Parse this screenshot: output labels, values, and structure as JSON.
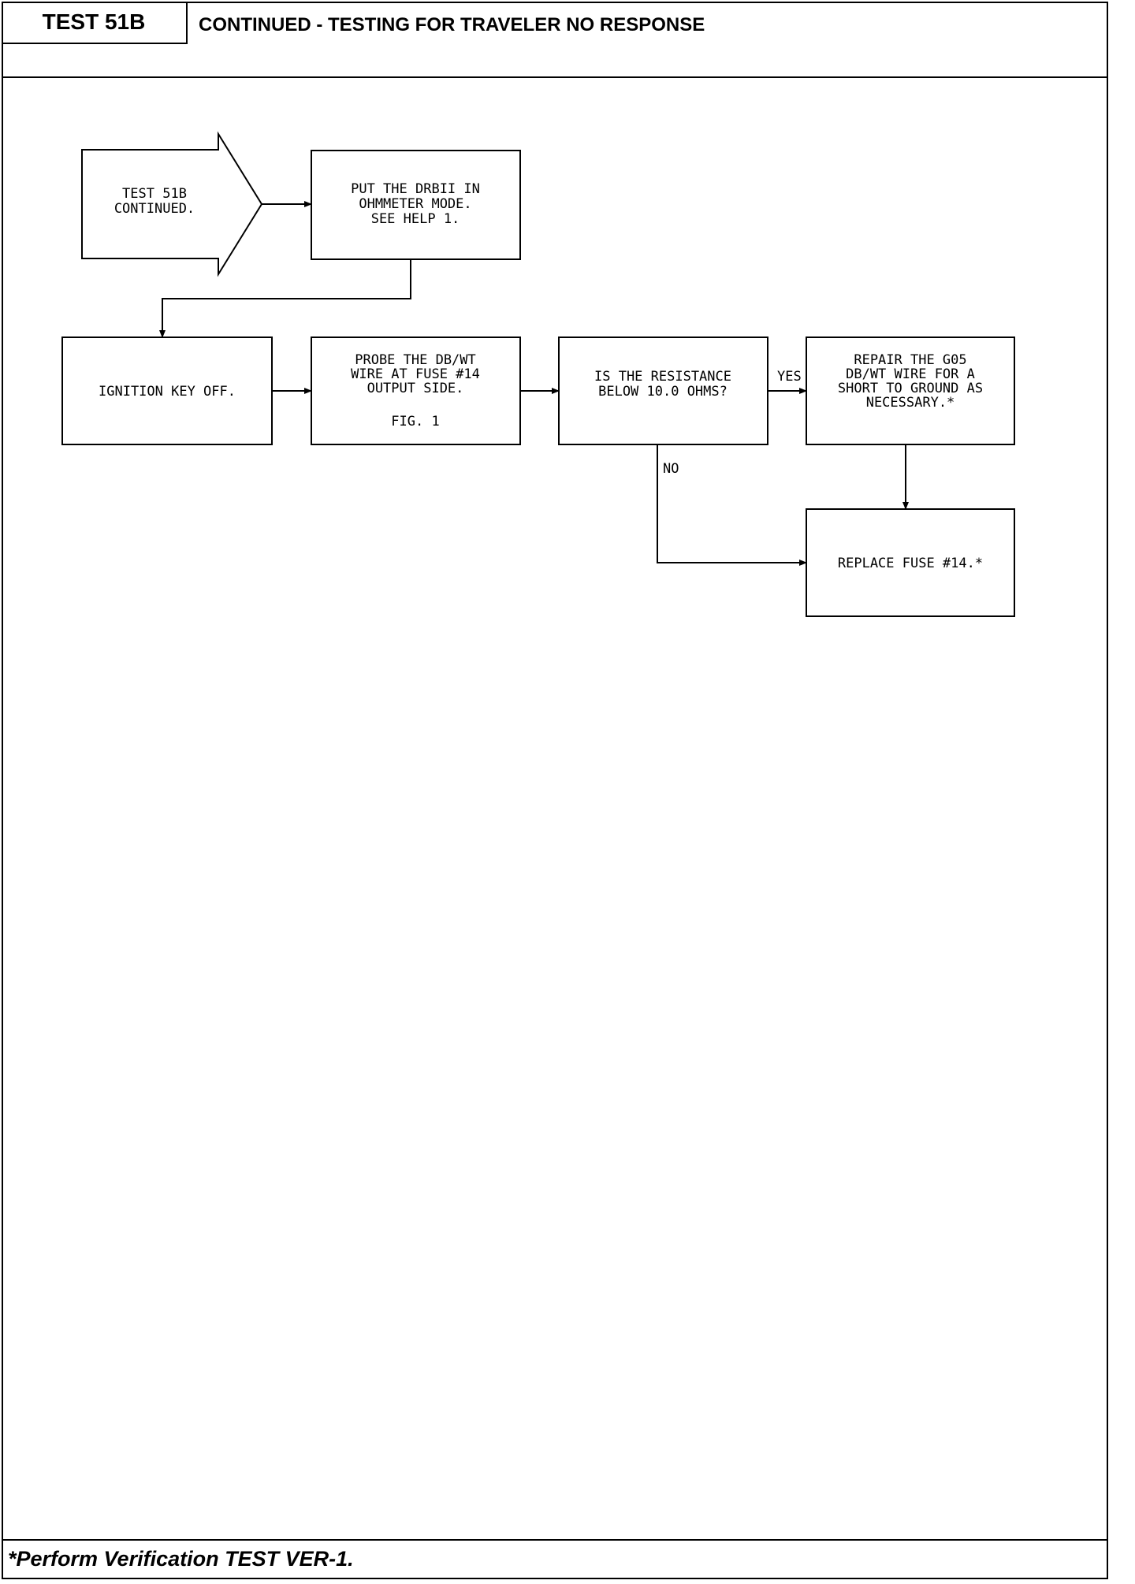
{
  "header": {
    "test_id": "TEST 51B",
    "title": "CONTINUED - TESTING FOR TRAVELER NO RESPONSE"
  },
  "flowchart": {
    "nodes": [
      {
        "id": "start",
        "lines": [
          "TEST 51B",
          "CONTINUED."
        ]
      },
      {
        "id": "ohmmeter",
        "lines": [
          "PUT THE DRBII IN",
          "OHMMETER MODE.",
          "SEE HELP 1."
        ]
      },
      {
        "id": "ignition",
        "lines": [
          "IGNITION KEY OFF."
        ]
      },
      {
        "id": "probe",
        "lines": [
          "PROBE THE DB/WT",
          "WIRE AT FUSE #14",
          "OUTPUT SIDE.",
          "FIG. 1"
        ]
      },
      {
        "id": "decision",
        "lines": [
          "IS THE RESISTANCE",
          "BELOW 10.0 OHMS?"
        ]
      },
      {
        "id": "repair",
        "lines": [
          "REPAIR THE G05",
          "DB/WT WIRE FOR A",
          "SHORT TO GROUND AS",
          "NECESSARY.*"
        ]
      },
      {
        "id": "replace",
        "lines": [
          "REPLACE FUSE #14.*"
        ]
      }
    ],
    "edge_labels": {
      "yes": "YES",
      "no": "NO"
    }
  },
  "footer": {
    "note": "*Perform Verification TEST VER-1."
  }
}
